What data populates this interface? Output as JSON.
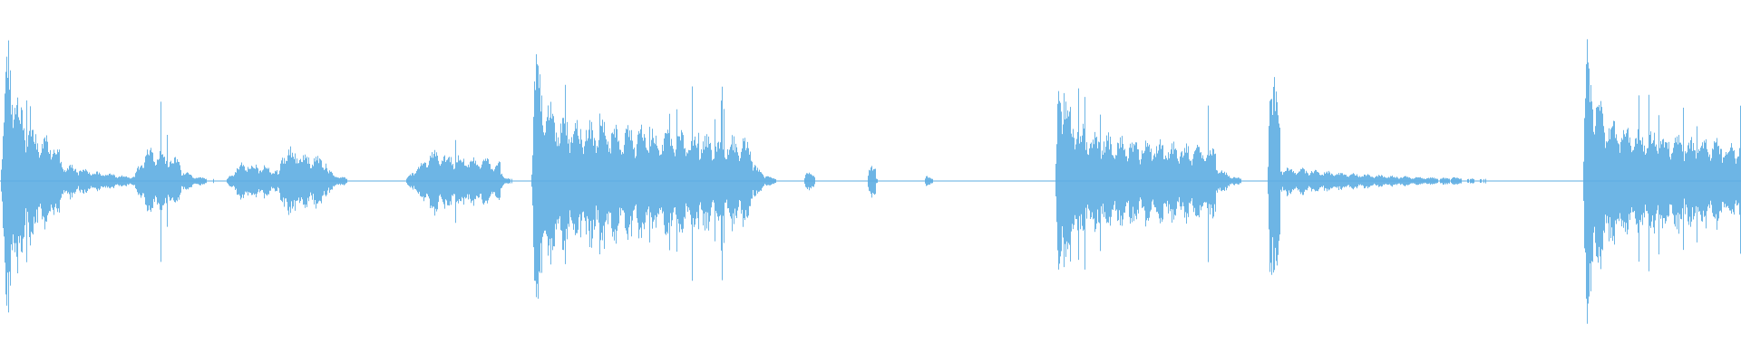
{
  "waveform": {
    "color": "#5dade2",
    "background": "#ffffff",
    "baseline_amplitude": 0.008,
    "segments": [
      {
        "start": 0.0,
        "peak": 0.88,
        "body": 0.34,
        "attack": 0.004,
        "decay": 0.03,
        "ring": 0.03,
        "freq": 260
      },
      {
        "start": 0.076,
        "peak": 0.22,
        "body": 0.2,
        "attack": 0.008,
        "decay": 0.02,
        "ring": 0.01,
        "freq": 220
      },
      {
        "start": 0.129,
        "peak": 0.12,
        "body": 0.12,
        "attack": 0.01,
        "decay": 0.02,
        "ring": 0.006,
        "freq": 220
      },
      {
        "start": 0.159,
        "peak": 0.22,
        "body": 0.2,
        "attack": 0.004,
        "decay": 0.025,
        "ring": 0.008,
        "freq": 220
      },
      {
        "start": 0.232,
        "peak": 0.18,
        "body": 0.18,
        "attack": 0.015,
        "decay": 0.04,
        "ring": 0.004,
        "freq": 240
      },
      {
        "start": 0.305,
        "peak": 0.82,
        "body": 0.38,
        "attack": 0.002,
        "decay": 0.125,
        "ring": 0.006,
        "freq": 210
      },
      {
        "start": 0.461,
        "peak": 0.06,
        "body": 0.04,
        "attack": 0.002,
        "decay": 0.005,
        "ring": 0.003,
        "freq": 220
      },
      {
        "start": 0.498,
        "peak": 0.12,
        "body": 0.04,
        "attack": 0.001,
        "decay": 0.004,
        "ring": 0.01,
        "freq": 220
      },
      {
        "start": 0.53,
        "peak": 0.03,
        "body": 0.02,
        "attack": 0.002,
        "decay": 0.004,
        "ring": 0.006,
        "freq": 220
      },
      {
        "start": 0.606,
        "peak": 0.78,
        "body": 0.3,
        "attack": 0.002,
        "decay": 0.09,
        "ring": 0.008,
        "freq": 220
      },
      {
        "start": 0.728,
        "peak": 0.86,
        "body": 0.26,
        "attack": 0.001,
        "decay": 0.006,
        "ring": 0.06,
        "freq": 250
      },
      {
        "start": 0.832,
        "peak": 0.03,
        "body": 0.02,
        "attack": 0.002,
        "decay": 0.004,
        "ring": 0.006,
        "freq": 220
      },
      {
        "start": 0.909,
        "peak": 0.86,
        "body": 0.34,
        "attack": 0.002,
        "decay": 0.091,
        "ring": 0.004,
        "freq": 220
      }
    ]
  }
}
